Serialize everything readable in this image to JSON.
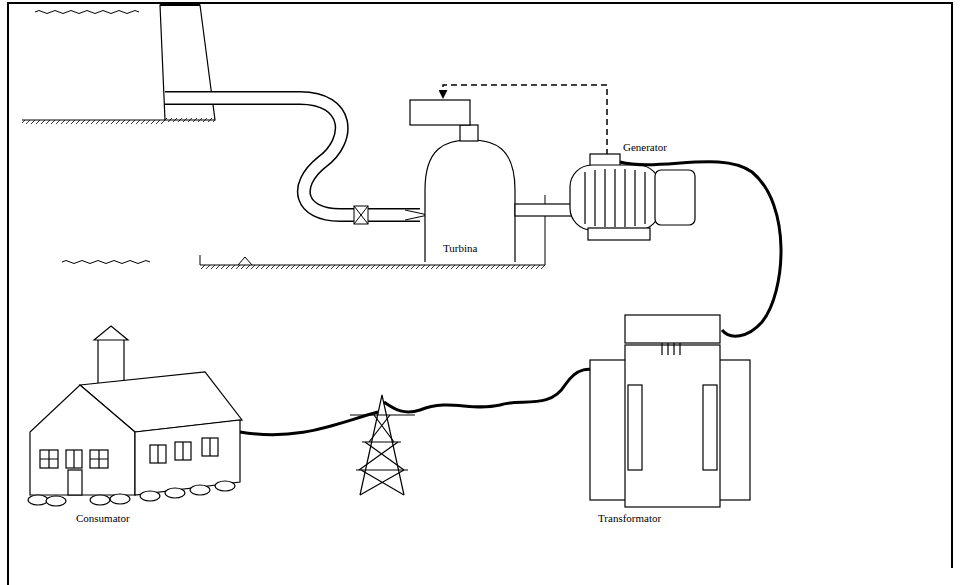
{
  "diagram": {
    "labels": [
      "Generator",
      "Turbina",
      "Consumator",
      "Transformator"
    ]
  }
}
